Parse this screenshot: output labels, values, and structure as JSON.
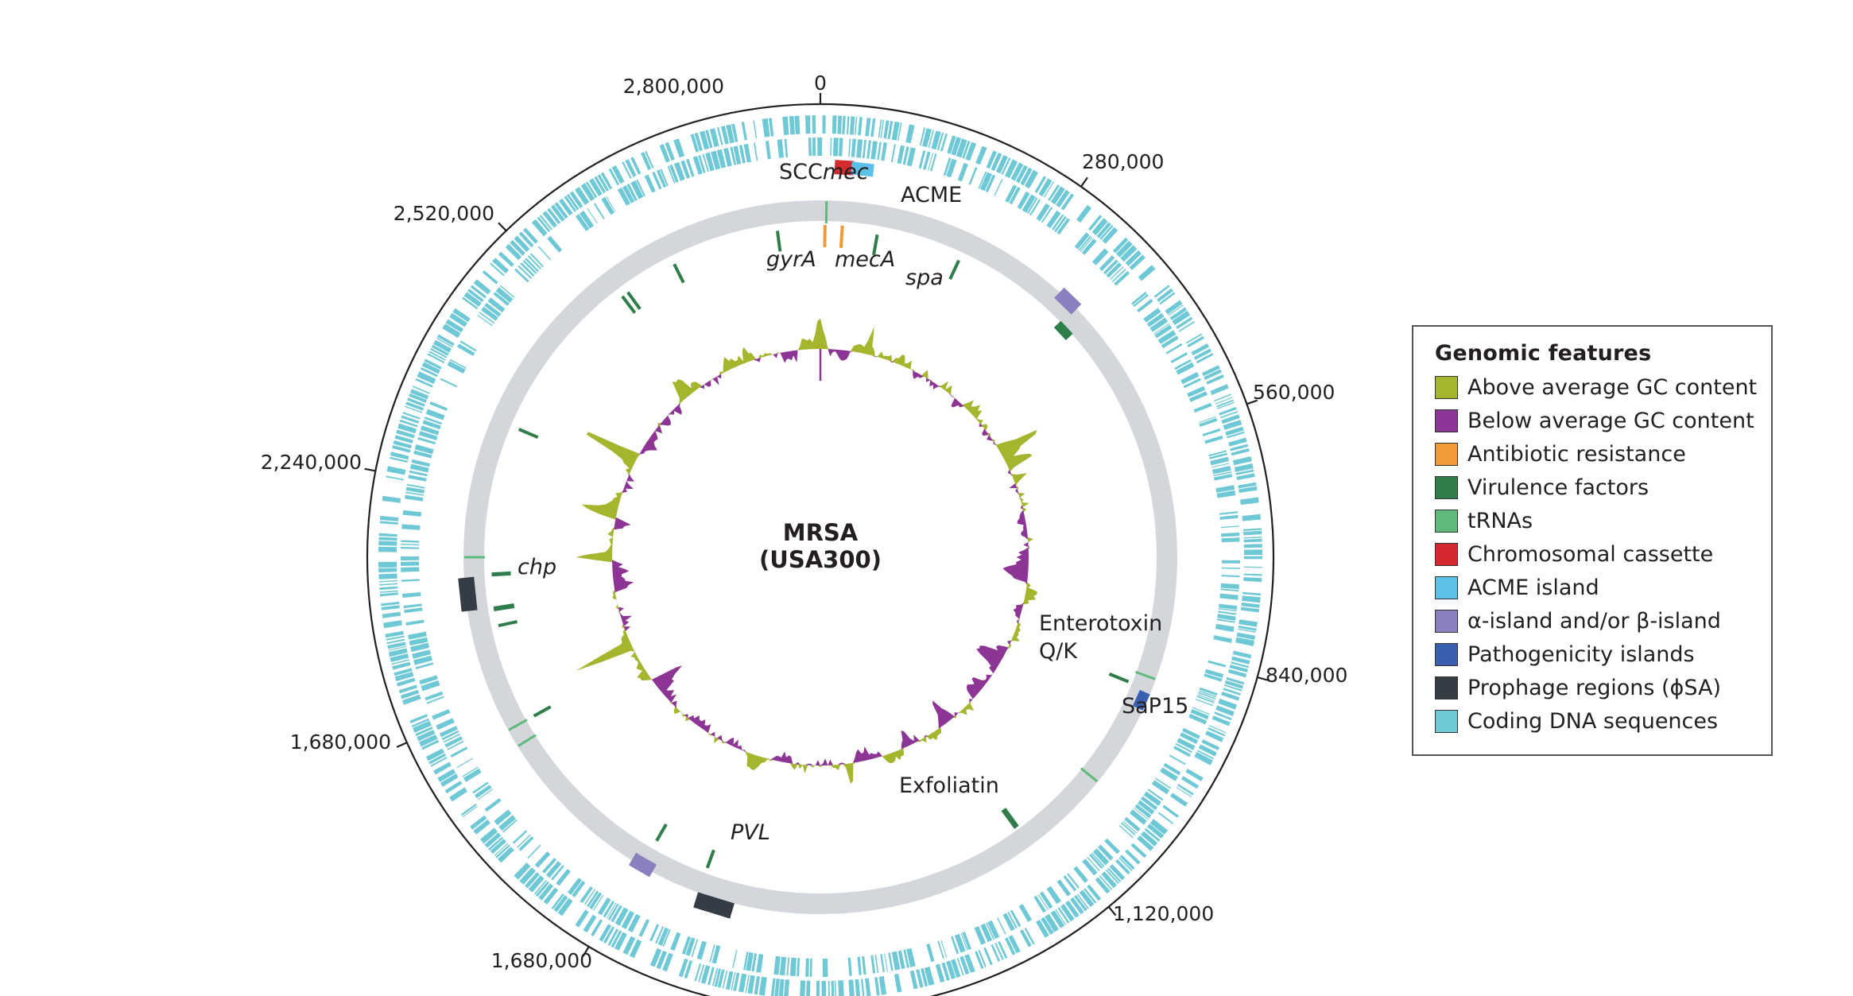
{
  "diagram": {
    "center_title_line1": "MRSA",
    "center_title_line2": "(USA300)",
    "ticks": [
      {
        "pos": 0,
        "label": "0"
      },
      {
        "pos": 280000,
        "label": "280,000"
      },
      {
        "pos": 560000,
        "label": "560,000"
      },
      {
        "pos": 840000,
        "label": "840,000"
      },
      {
        "pos": 1120000,
        "label": "1,120,000"
      },
      {
        "pos": 1400000,
        "label": "1,680,000"
      },
      {
        "pos": 1680000,
        "label": "1,680,000"
      },
      {
        "pos": 1960000,
        "label": "2,240,000"
      },
      {
        "pos": 2240000,
        "label": "2,520,000"
      },
      {
        "pos": 2520000,
        "label": "2,800,000"
      }
    ],
    "genome_length": 2870000,
    "labels": {
      "sccmec_prefix": "SCC",
      "sccmec_suffix": "mec",
      "acme": "ACME",
      "gyra": "gyrA",
      "meca": "mecA",
      "spa": "spa",
      "chp": "chp",
      "enterotoxin_line1": "Enterotoxin",
      "enterotoxin_line2": "Q/K",
      "sap15": "SaP15",
      "exfoliatin": "Exfoliatin",
      "pvl": "PVL"
    }
  },
  "legend": {
    "title": "Genomic features",
    "items": [
      {
        "label": "Above average GC content",
        "color": "#a5b52d"
      },
      {
        "label": "Below average GC content",
        "color": "#8c3594"
      },
      {
        "label": "Antibiotic resistance",
        "color": "#f29a38"
      },
      {
        "label": "Virulence factors",
        "color": "#2e7d4b"
      },
      {
        "label": "tRNAs",
        "color": "#5fb97a"
      },
      {
        "label": "Chromosomal cassette",
        "color": "#d22a2e"
      },
      {
        "label": "ACME island",
        "color": "#5dc0e8"
      },
      {
        "label": "α-island and/or β-island",
        "color": "#8a7fbf"
      },
      {
        "label": "Pathogenicity islands",
        "color": "#3a5fae"
      },
      {
        "label": "Prophage regions (ϕSA)",
        "color": "#343c46"
      },
      {
        "label": "Coding DNA sequences",
        "color": "#6ec8d6"
      }
    ]
  }
}
